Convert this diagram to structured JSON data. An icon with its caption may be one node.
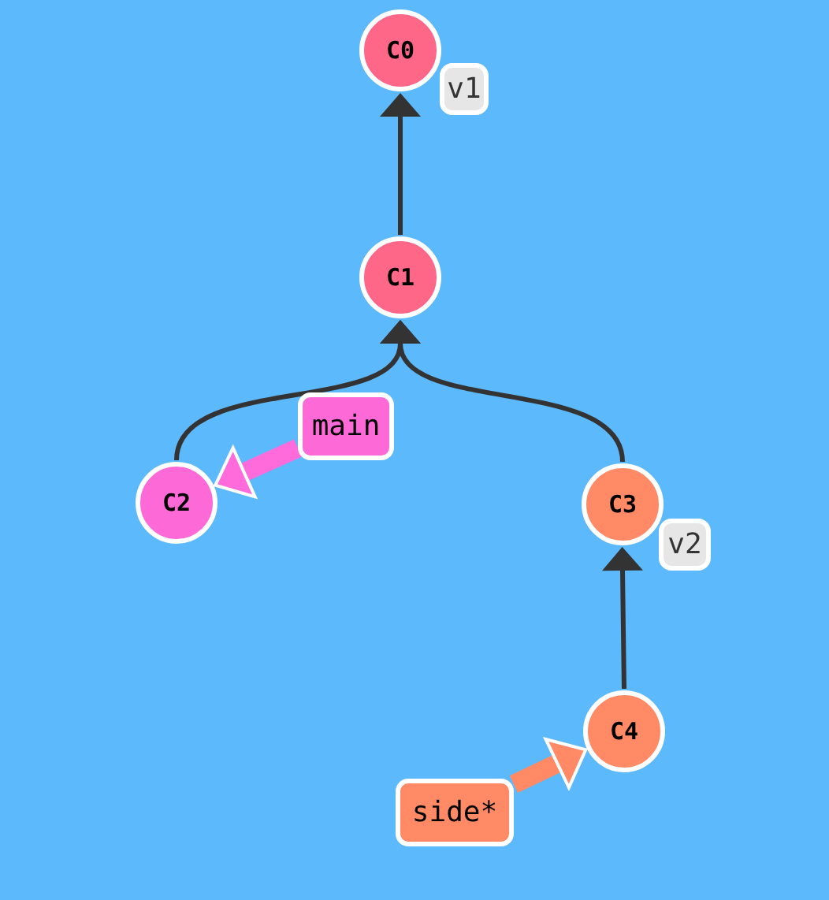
{
  "diagram": {
    "nodes": [
      {
        "text": [
          "C0"
        ]
      },
      {
        "text": [
          "v1"
        ]
      },
      {
        "text": [
          "C1"
        ]
      },
      {
        "text": [
          "main"
        ]
      },
      {
        "text": [
          "C2"
        ]
      },
      {
        "text": [
          "C3"
        ]
      },
      {
        "text": [
          "v2"
        ]
      },
      {
        "text": [
          "C4"
        ]
      },
      {
        "text": [
          "side*"
        ]
      }
    ],
    "edges": [
      {
        "from": 2,
        "to": 0,
        "arrow": "to"
      },
      {
        "from": 4,
        "to": 2,
        "arrow": "to"
      },
      {
        "from": 5,
        "to": 2,
        "arrow": "to"
      },
      {
        "from": 7,
        "to": 5,
        "arrow": "to"
      },
      {
        "from": 3,
        "to": 4,
        "arrow": "to",
        "style": "thick",
        "color": "#ff6bdb"
      },
      {
        "from": 8,
        "to": 7,
        "arrow": "to",
        "style": "thick",
        "color": "#ff8a65"
      }
    ]
  }
}
